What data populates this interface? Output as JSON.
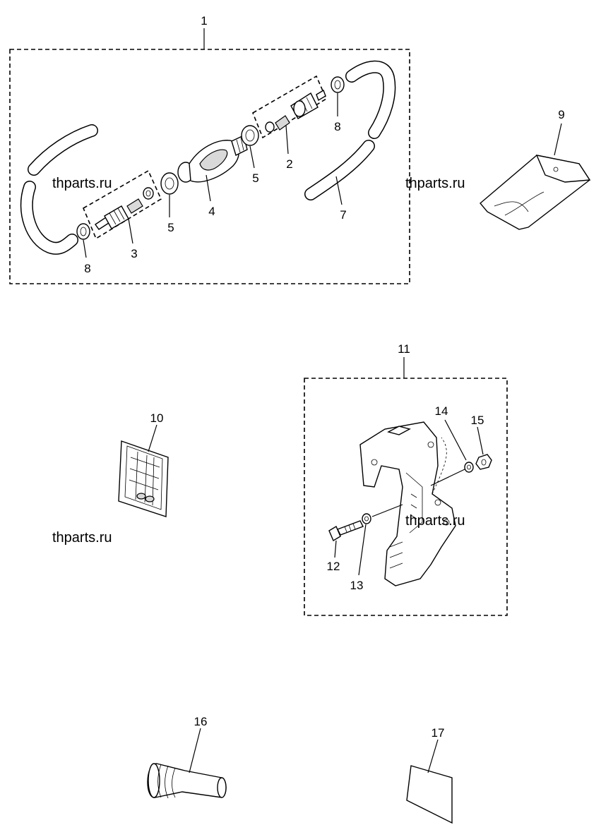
{
  "watermarks": [
    "thparts.ru",
    "thparts.ru",
    "thparts.ru",
    "thparts.ru"
  ],
  "callouts": {
    "c1": "1",
    "c2": "2",
    "c3": "3",
    "c4": "4",
    "c5a": "5",
    "c5b": "5",
    "c7": "7",
    "c8a": "8",
    "c8b": "8",
    "c9": "9",
    "c10": "10",
    "c11": "11",
    "c12": "12",
    "c13": "13",
    "c14": "14",
    "c15": "15",
    "c16": "16",
    "c17": "17"
  }
}
